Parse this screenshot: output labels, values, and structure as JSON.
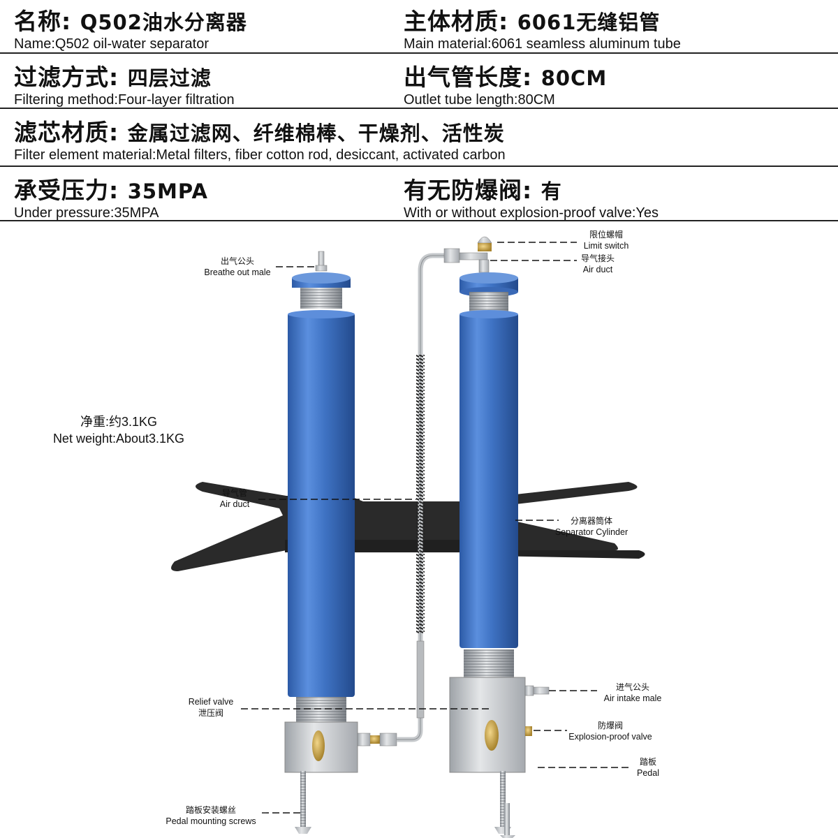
{
  "specs": [
    {
      "left": {
        "zh_key": "名称:",
        "zh_val": "Q502油水分离器",
        "en": "Name:Q502 oil-water separator"
      },
      "right": {
        "zh_key": "主体材质:",
        "zh_val": "6061无缝铝管",
        "en": "Main material:6061 seamless aluminum tube"
      }
    },
    {
      "left": {
        "zh_key": "过滤方式:",
        "zh_val": "四层过滤",
        "en": "Filtering method:Four-layer filtration"
      },
      "right": {
        "zh_key": "出气管长度:",
        "zh_val": "80CM",
        "en": "Outlet tube length:80CM"
      }
    },
    {
      "left": {
        "zh_key": "滤芯材质:",
        "zh_val": "金属过滤网、纤维棉棒、干燥剂、活性炭",
        "en": "Filter element material:Metal filters, fiber cotton rod, desiccant, activated carbon"
      }
    },
    {
      "left": {
        "zh_key": "承受压力:",
        "zh_val": "35MPA",
        "en": "Under pressure:35MPA"
      },
      "right": {
        "zh_key": "有无防爆阀:",
        "zh_val": "有",
        "en": "With or without explosion-proof valve:Yes"
      }
    }
  ],
  "weight": {
    "zh": "净重:约3.1KG",
    "en": "Net weight:About3.1KG"
  },
  "labels": {
    "breathe_out": {
      "zh": "出气公头",
      "en": "Breathe out male"
    },
    "limit_switch": {
      "zh": "限位螺帽",
      "en": "Limit switch"
    },
    "air_duct_top": {
      "zh": "导气接头",
      "en": "Air duct"
    },
    "air_duct_mid": {
      "zh": "导气管",
      "en": "Air duct"
    },
    "separator": {
      "zh": "分离器筒体",
      "en": "Separator Cylinder"
    },
    "relief": {
      "en": "Relief valve",
      "zh": "泄压阀"
    },
    "intake": {
      "zh": "进气公头",
      "en": "Air intake male"
    },
    "explosion": {
      "zh": "防爆阀",
      "en": "Explosion-proof valve"
    },
    "pedal": {
      "zh": "踏板",
      "en": "Pedal"
    },
    "screws": {
      "zh": "踏板安装螺丝",
      "en": "Pedal mounting screws"
    }
  },
  "colors": {
    "cylinder_blue": "#3f73c4",
    "block_silver": "#c9ccd0",
    "pedal_black": "#2a2a2a",
    "brass": "#c9a040"
  }
}
